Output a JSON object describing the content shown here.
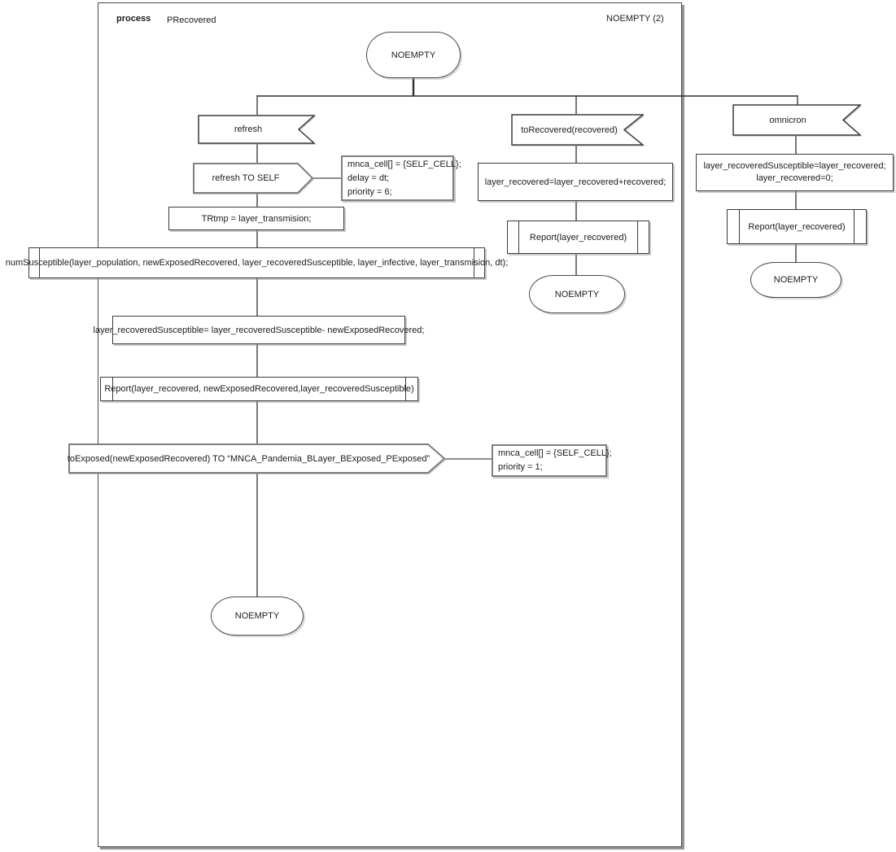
{
  "header": {
    "kind_label": "process",
    "process_name": "PRecovered",
    "state_ref": "NOEMPTY (2)"
  },
  "colors": {
    "shape_stroke": "#3c3c3c",
    "gray_stroke": "#7f7f7f",
    "text": "#1c1c1c"
  },
  "nodes": {
    "state_top": {
      "label": "NOEMPTY"
    },
    "input_refresh": {
      "label": "refresh"
    },
    "output_refresh_self": {
      "label": "refresh TO SELF"
    },
    "comment_refresh": {
      "lines": [
        "mnca_cell[] = {SELF_CELL};",
        "delay = dt;",
        "priority = 6;"
      ]
    },
    "task_trtmp": {
      "label": "TRtmp = layer_transmision;"
    },
    "proc_numsusceptible": {
      "label": "numSusceptible(layer_population, newExposedRecovered, layer_recoveredSusceptible, layer_infective, layer_transmision, dt);"
    },
    "task_recovered_susceptible": {
      "label": "layer_recoveredSusceptible= layer_recoveredSusceptible- newExposedRecovered;"
    },
    "proc_report_full": {
      "label": "Report(layer_recovered, newExposedRecovered,layer_recoveredSusceptible)"
    },
    "output_toexposed": {
      "label": "toExposed(newExposedRecovered) TO “MNCA_Pandemia_BLayer_BExposed_PExposed”"
    },
    "comment_toexposed": {
      "lines": [
        "mnca_cell[] = {SELF_CELL};",
        "priority = 1;"
      ]
    },
    "state_bottom_left": {
      "label": "NOEMPTY"
    },
    "input_torecovered": {
      "label": "toRecovered(recovered)"
    },
    "task_layer_recovered": {
      "label": "layer_recovered=layer_recovered+recovered;"
    },
    "proc_report_mid": {
      "label": "Report(layer_recovered)"
    },
    "state_mid": {
      "label": "NOEMPTY"
    },
    "input_omnicron": {
      "label": "omnicron"
    },
    "task_omnicron": {
      "lines": [
        "layer_recoveredSusceptible=layer_recovered;",
        "layer_recovered=0;"
      ]
    },
    "proc_report_right": {
      "label": "Report(layer_recovered)"
    },
    "state_right": {
      "label": "NOEMPTY"
    }
  }
}
